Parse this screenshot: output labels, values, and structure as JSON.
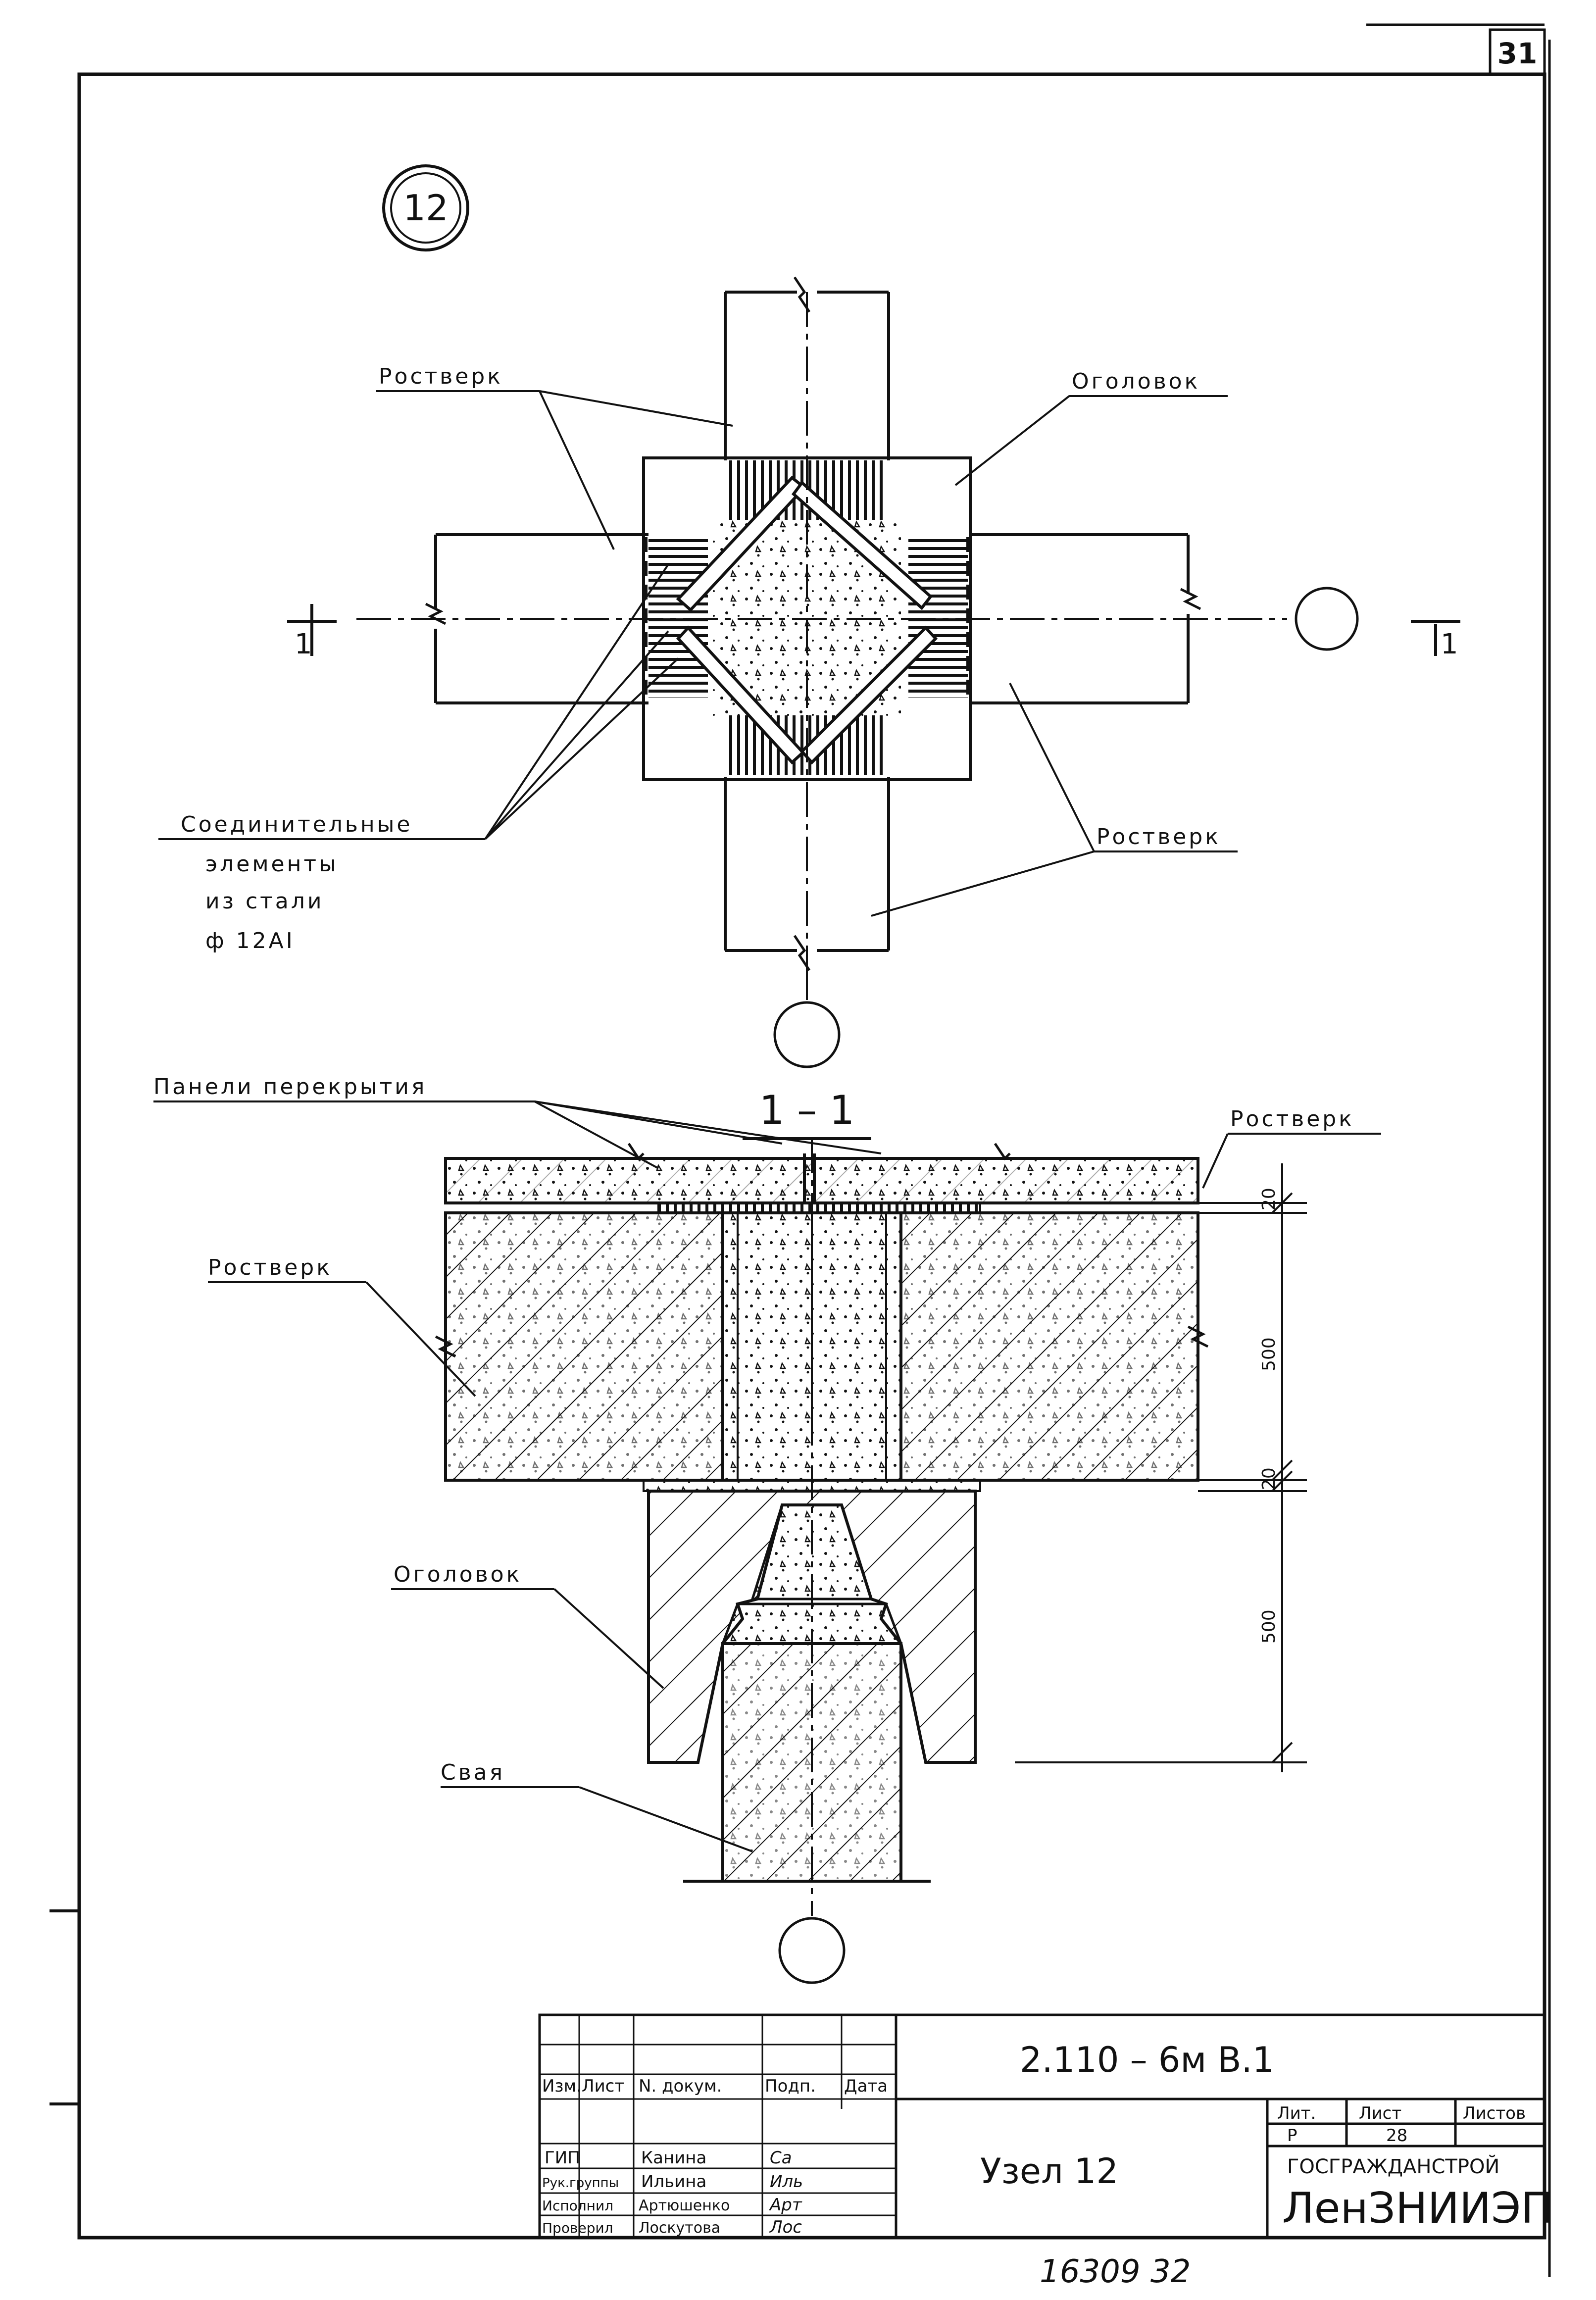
{
  "sheet": {
    "page_number": "31",
    "node_number": "12",
    "bottom_number": "16309  32"
  },
  "plan": {
    "label_rostverk_top": "Ростверк",
    "label_ogolovok": "Оголовок",
    "label_connecting_line1": "Соединительные",
    "label_connecting_line2": "элементы",
    "label_connecting_line3": "из   стали",
    "label_connecting_line4": "ф  12АI",
    "label_rostverk_bottom": "Ростверк",
    "section_mark_left": "1",
    "section_mark_right": "1"
  },
  "section": {
    "title": "1 – 1",
    "label_panels": "Панели   перекрытия",
    "label_rostverk_right": "Ростверк",
    "label_rostverk_left": "Ростверк",
    "label_ogolovok": "Оголовок",
    "label_svaya": "Свая",
    "dim_top": "20",
    "dim_grillage": "500",
    "dim_mid": "20",
    "dim_head": "500"
  },
  "title_block": {
    "header": {
      "izm": "Изм.",
      "list": "Лист",
      "ndoc": "N. докум.",
      "podp": "Подп.",
      "data": "Дата"
    },
    "roles": [
      {
        "role": "ГИП",
        "name": "Канина",
        "sign": "Са"
      },
      {
        "role": "Рук.группы",
        "name": "Ильина",
        "sign": "Иль"
      },
      {
        "role": "Исполнил",
        "name": "Артюшенко",
        "sign": "Арт"
      },
      {
        "role": "Проверил",
        "name": "Лоскутова",
        "sign": "Лос"
      }
    ],
    "code": "2.110 – 6м   В.1",
    "title": "Узел  12",
    "stage_header": "Лит.",
    "sheet_header": "Лист",
    "sheets_header": "Листов",
    "stage": "Р",
    "sheet": "28",
    "org_line1": "ГОСГРАЖДАНСТРОЙ",
    "org_line2": "ЛенЗНИИЭП"
  }
}
